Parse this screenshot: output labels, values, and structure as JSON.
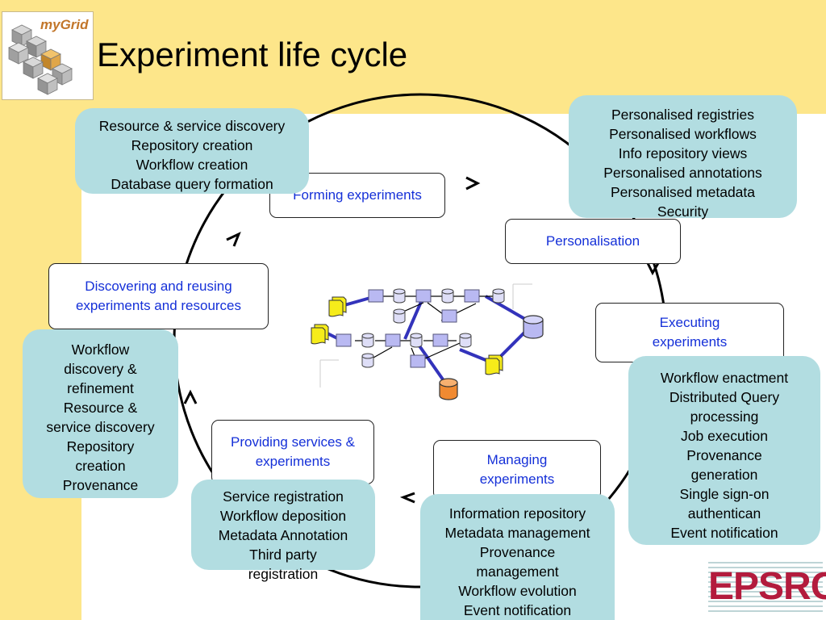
{
  "header": {
    "title": "Experiment life cycle",
    "logo_text": "myGrid"
  },
  "stages": {
    "forming": "Forming experiments",
    "personalisation": "Personalisation",
    "executing": [
      "Executing",
      "experiments"
    ],
    "managing": [
      "Managing",
      "experiments"
    ],
    "providing": [
      "Providing services &",
      "experiments"
    ],
    "discovering": [
      "Discovering and reusing",
      "experiments and resources"
    ]
  },
  "info_boxes": {
    "forming": [
      "Resource & service discovery",
      "Repository creation",
      "Workflow creation",
      "Database query formation"
    ],
    "personalisation": [
      "Personalised registries",
      "Personalised workflows",
      "Info repository views",
      "Personalised annotations",
      "Personalised metadata",
      "Security"
    ],
    "executing": [
      "Workflow enactment",
      "Distributed Query",
      "processing",
      "Job execution",
      "Provenance",
      "generation",
      "Single sign-on",
      "authentican",
      "Event notification"
    ],
    "managing": [
      "Information repository",
      "Metadata management",
      "Provenance",
      "management",
      "Workflow evolution",
      "Event notification"
    ],
    "providing": [
      "Service registration",
      "Workflow deposition",
      "Metadata Annotation",
      "Third party",
      "registration"
    ],
    "discovering": [
      "Workflow",
      "discovery &",
      "refinement",
      "Resource &",
      "service discovery",
      "Repository",
      "creation",
      "Provenance"
    ]
  },
  "footer": {
    "funder_logo_text": "EPSRC"
  },
  "colors": {
    "background_band": "#fde68a",
    "info_box": "#b2dde1",
    "stage_text": "#1530d8",
    "workflow_link": "#3333bb",
    "epsrc_red": "#b31b3d"
  }
}
